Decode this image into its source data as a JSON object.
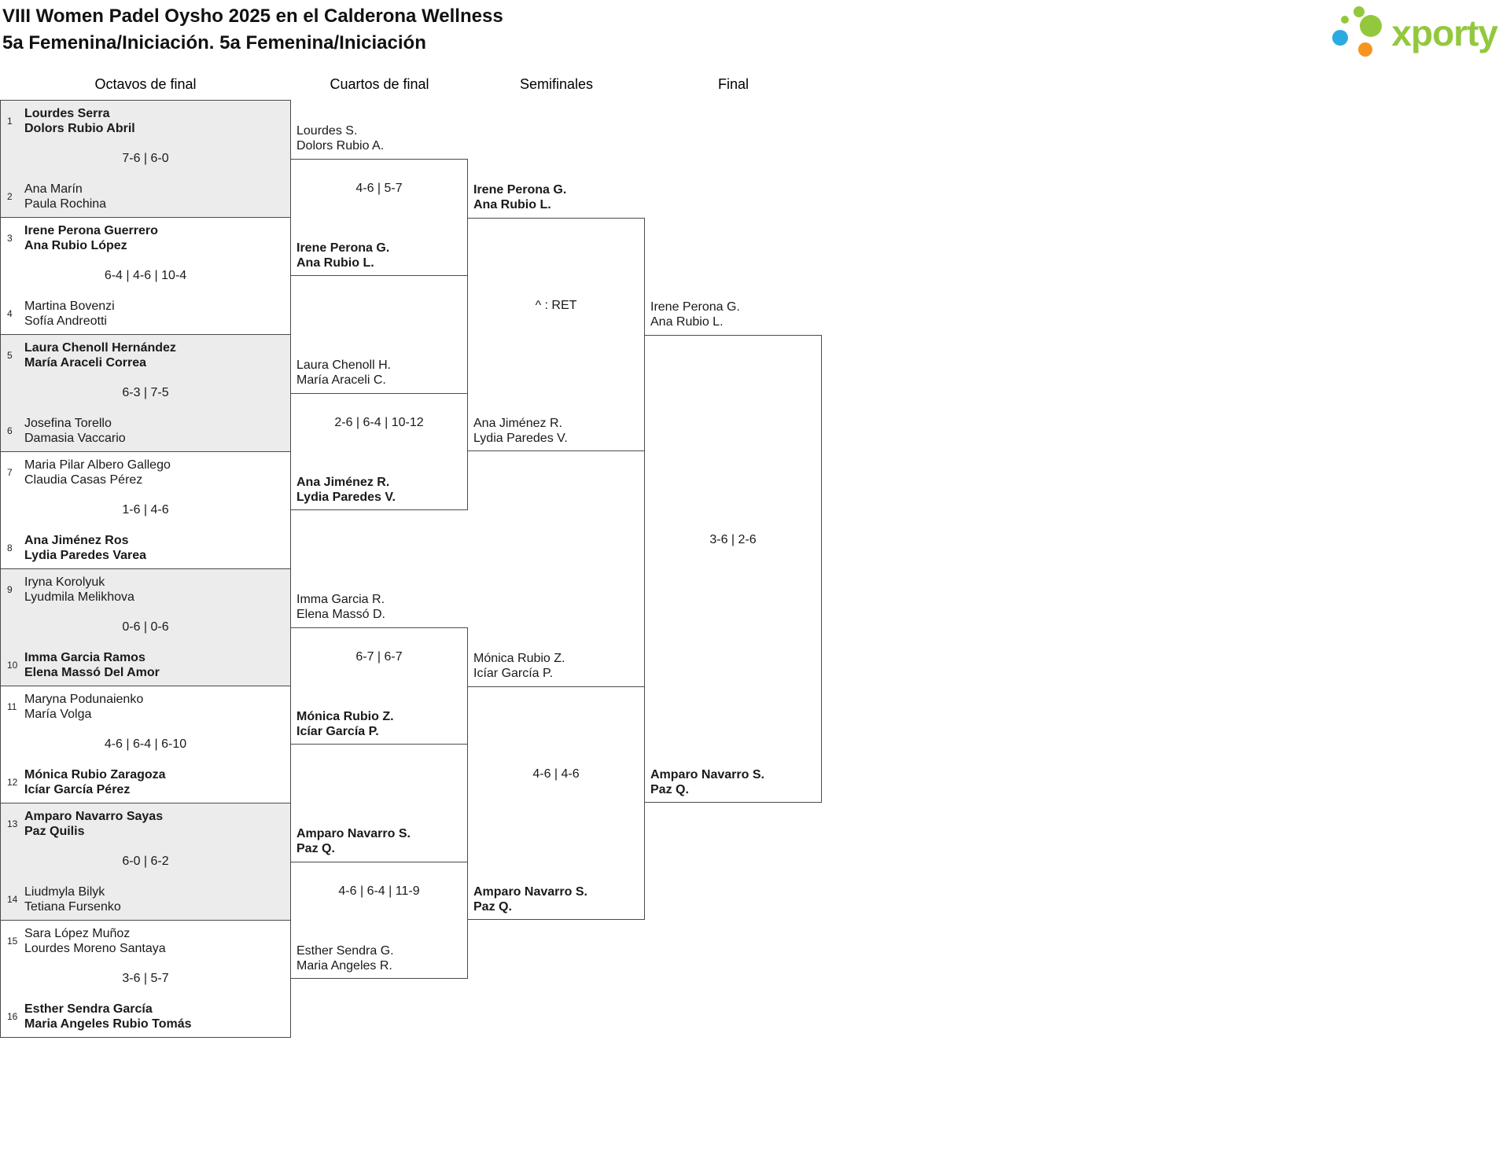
{
  "title": {
    "line1": "VIII Women Padel Oysho 2025 en el Calderona Wellness",
    "line2": "5a Femenina/Iniciación. 5a Femenina/Iniciación"
  },
  "logo": {
    "text": "xporty",
    "colors": {
      "green": "#93c83e",
      "blue": "#29abe2",
      "orange": "#f7941e"
    }
  },
  "rounds": [
    "Octavos de final",
    "Cuartos de final",
    "Semifinales",
    "Final"
  ],
  "r16": [
    {
      "score": "7-6 | 6-0",
      "team1": {
        "seed": "1",
        "p1": "Lourdes Serra",
        "p2": "Dolors Rubio Abril",
        "winner": true
      },
      "team2": {
        "seed": "2",
        "p1": "Ana Marín",
        "p2": "Paula Rochina",
        "winner": false
      }
    },
    {
      "score": "6-4 | 4-6 | 10-4",
      "team1": {
        "seed": "3",
        "p1": "Irene Perona Guerrero",
        "p2": "Ana Rubio López",
        "winner": true
      },
      "team2": {
        "seed": "4",
        "p1": "Martina Bovenzi",
        "p2": "Sofía Andreotti",
        "winner": false
      }
    },
    {
      "score": "6-3 | 7-5",
      "team1": {
        "seed": "5",
        "p1": "Laura Chenoll Hernández",
        "p2": "María Araceli Correa",
        "winner": true
      },
      "team2": {
        "seed": "6",
        "p1": "Josefina Torello",
        "p2": "Damasia Vaccario",
        "winner": false
      }
    },
    {
      "score": "1-6 | 4-6",
      "team1": {
        "seed": "7",
        "p1": "Maria Pilar Albero Gallego",
        "p2": "Claudia Casas Pérez",
        "winner": false
      },
      "team2": {
        "seed": "8",
        "p1": "Ana Jiménez Ros",
        "p2": "Lydia Paredes Varea",
        "winner": true
      }
    },
    {
      "score": "0-6 | 0-6",
      "team1": {
        "seed": "9",
        "p1": "Iryna Korolyuk",
        "p2": "Lyudmila Melikhova",
        "winner": false
      },
      "team2": {
        "seed": "10",
        "p1": "Imma Garcia Ramos",
        "p2": "Elena Massó Del Amor",
        "winner": true
      }
    },
    {
      "score": "4-6 | 6-4 | 6-10",
      "team1": {
        "seed": "11",
        "p1": "Maryna Podunaienko",
        "p2": "María Volga",
        "winner": false
      },
      "team2": {
        "seed": "12",
        "p1": "Mónica Rubio Zaragoza",
        "p2": "Icíar García Pérez",
        "winner": true
      }
    },
    {
      "score": "6-0 | 6-2",
      "team1": {
        "seed": "13",
        "p1": "Amparo Navarro Sayas",
        "p2": "Paz Quilis",
        "winner": true
      },
      "team2": {
        "seed": "14",
        "p1": "Liudmyla Bilyk",
        "p2": "Tetiana Fursenko",
        "winner": false
      }
    },
    {
      "score": "3-6 | 5-7",
      "team1": {
        "seed": "15",
        "p1": "Sara López Muñoz",
        "p2": "Lourdes Moreno Santaya",
        "winner": false
      },
      "team2": {
        "seed": "16",
        "p1": "Esther Sendra García",
        "p2": "Maria Angeles Rubio Tomás",
        "winner": true
      }
    }
  ],
  "qf": [
    {
      "score": "4-6 | 5-7",
      "top": {
        "p1": "Lourdes S.",
        "p2": "Dolors Rubio A.",
        "winner": false
      },
      "bottom": {
        "p1": "Irene Perona G.",
        "p2": "Ana Rubio L.",
        "winner": true
      }
    },
    {
      "score": "2-6 | 6-4 | 10-12",
      "top": {
        "p1": "Laura Chenoll H.",
        "p2": "María Araceli C.",
        "winner": false
      },
      "bottom": {
        "p1": "Ana Jiménez R.",
        "p2": "Lydia Paredes V.",
        "winner": true
      }
    },
    {
      "score": "6-7 | 6-7",
      "top": {
        "p1": "Imma Garcia R.",
        "p2": "Elena Massó D.",
        "winner": false
      },
      "bottom": {
        "p1": "Mónica Rubio Z.",
        "p2": "Icíar García P.",
        "winner": true
      }
    },
    {
      "score": "4-6 | 6-4 | 11-9",
      "top": {
        "p1": "Amparo Navarro S.",
        "p2": "Paz Q.",
        "winner": true
      },
      "bottom": {
        "p1": "Esther Sendra G.",
        "p2": "Maria Angeles R.",
        "winner": false
      }
    }
  ],
  "sf": [
    {
      "score": "^ : RET",
      "top": {
        "p1": "Irene Perona G.",
        "p2": "Ana Rubio L.",
        "winner": true
      },
      "bottom": {
        "p1": "Ana Jiménez R.",
        "p2": "Lydia Paredes V.",
        "winner": false
      }
    },
    {
      "score": "4-6 | 4-6",
      "top": {
        "p1": "Mónica Rubio Z.",
        "p2": "Icíar García P.",
        "winner": false
      },
      "bottom": {
        "p1": "Amparo Navarro S.",
        "p2": "Paz Q.",
        "winner": true
      }
    }
  ],
  "final": [
    {
      "score": "3-6 | 2-6",
      "top": {
        "p1": "Irene Perona G.",
        "p2": "Ana Rubio L.",
        "winner": false
      },
      "bottom": {
        "p1": "Amparo Navarro S.",
        "p2": "Paz Q.",
        "winner": true
      }
    }
  ]
}
